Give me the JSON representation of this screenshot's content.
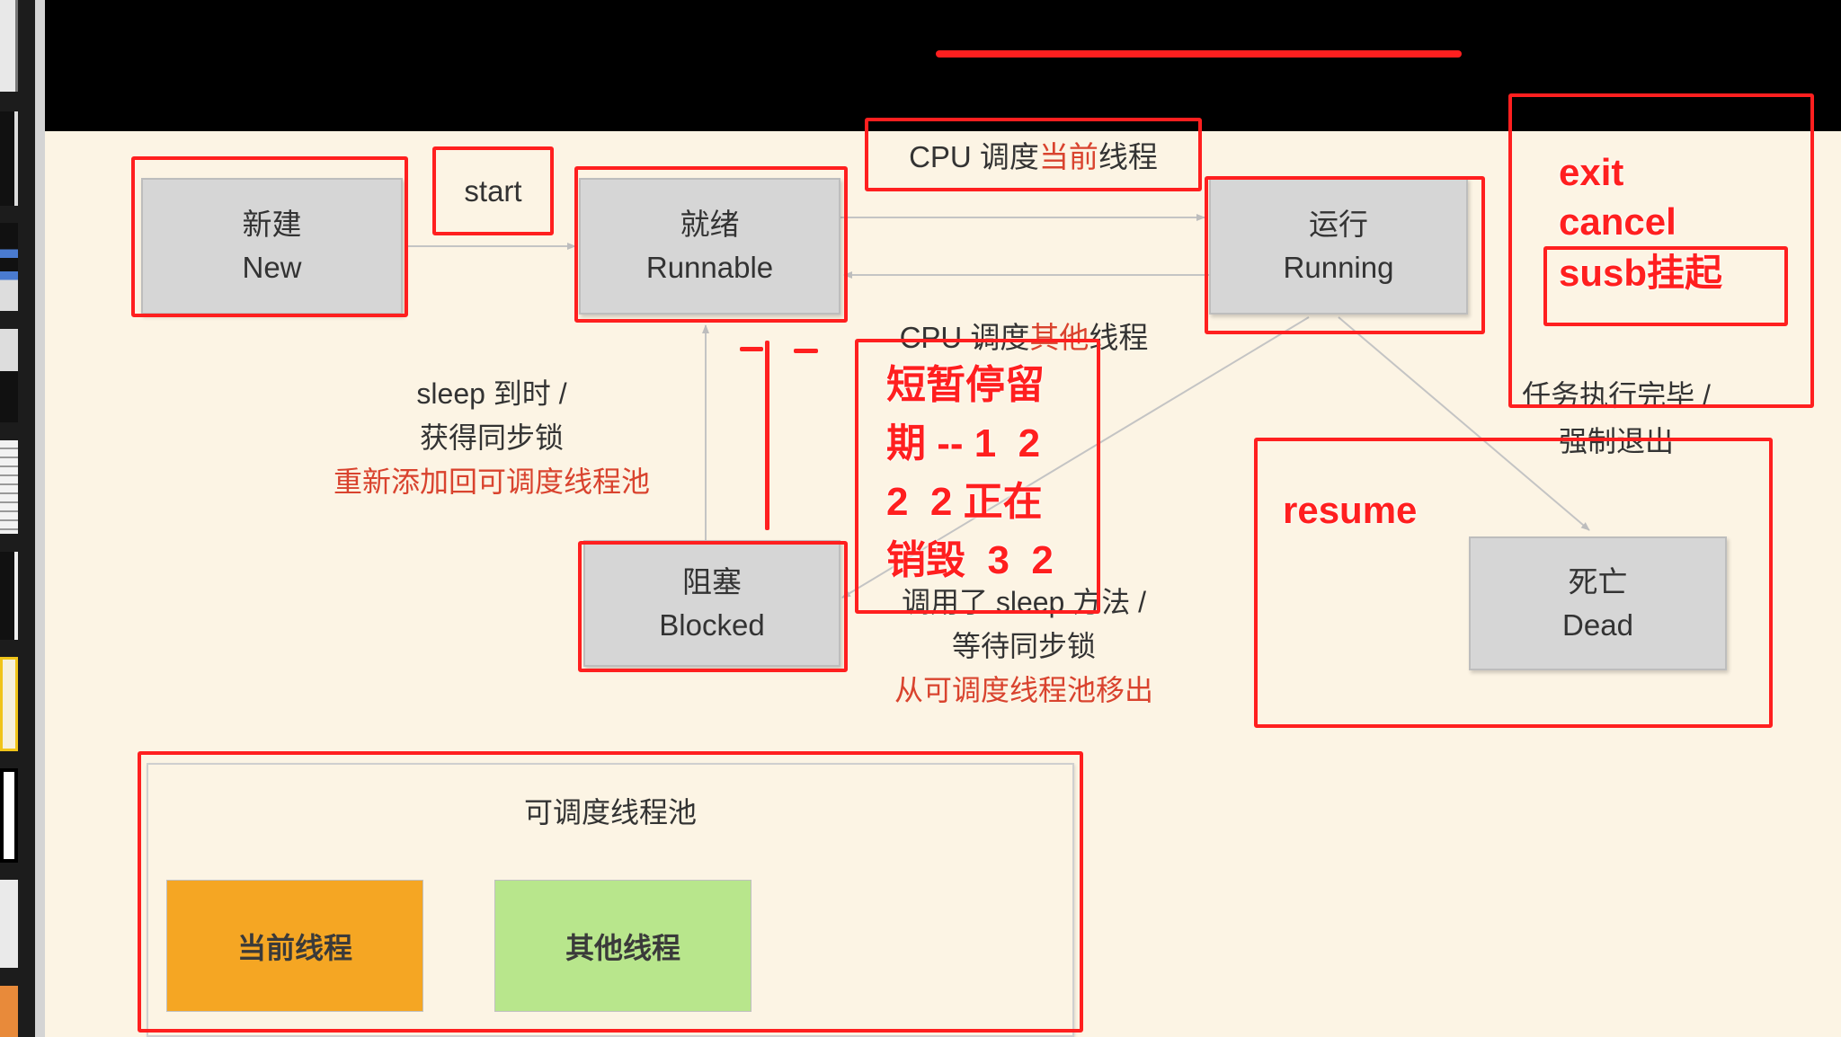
{
  "slide": {
    "states": {
      "new": {
        "zh": "新建",
        "en": "New"
      },
      "runnable": {
        "zh": "就绪",
        "en": "Runnable"
      },
      "running": {
        "zh": "运行",
        "en": "Running"
      },
      "blocked": {
        "zh": "阻塞",
        "en": "Blocked"
      },
      "dead": {
        "zh": "死亡",
        "en": "Dead"
      }
    },
    "transitions": {
      "start": "start",
      "cpu_current": {
        "prefix": "CPU 调度",
        "highlight": "当前",
        "suffix": "线程"
      },
      "cpu_other": {
        "prefix": "CPU 调度",
        "highlight": "其他",
        "suffix": "线程"
      },
      "sleep_done": {
        "line1": "sleep 到时 /",
        "line2": "获得同步锁",
        "note": "重新添加回可调度线程池"
      },
      "sleep_call": {
        "line1": "调用了 sleep 方法 /",
        "line2": "等待同步锁",
        "note": "从可调度线程池移出"
      },
      "finish": {
        "line1": "任务执行完毕 /",
        "line2": "强制退出"
      }
    },
    "pool": {
      "title": "可调度线程池",
      "current": "当前线程",
      "other": "其他线程"
    }
  },
  "annotations": {
    "exit": "exit",
    "cancel": "cancel",
    "suspend": "susb挂起",
    "resume": "resume",
    "lifecycle": [
      "短暂停留",
      "期 -- 1  2",
      "2  2 正在",
      "销毁  3  2"
    ]
  },
  "colors": {
    "annotation_red": "#ff1f1f",
    "note_red": "#d9432e",
    "state_gray": "#d6d6d6",
    "current_thread_orange": "#f5a623",
    "other_thread_green": "#b8e68c",
    "slide_background": "#fcf4e4"
  }
}
